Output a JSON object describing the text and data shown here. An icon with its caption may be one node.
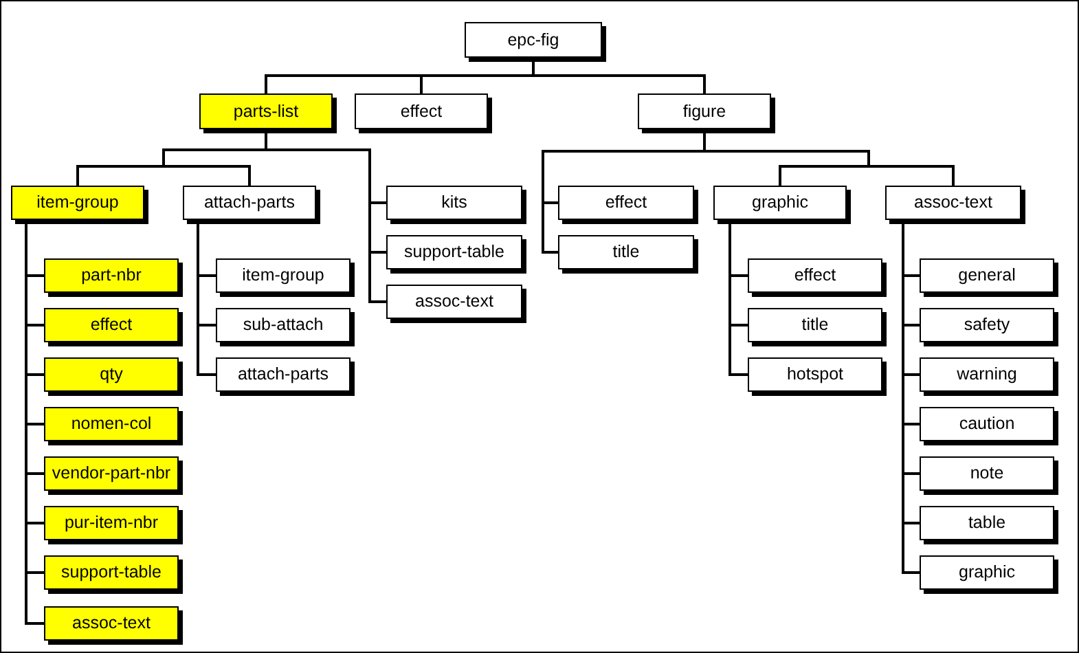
{
  "diagram": {
    "nodes": [
      {
        "text": [
          "epc-fig"
        ]
      },
      {
        "text": [
          "parts-list"
        ]
      },
      {
        "text": [
          "effect"
        ]
      },
      {
        "text": [
          "figure"
        ]
      },
      {
        "text": [
          "item-group"
        ]
      },
      {
        "text": [
          "attach-parts"
        ]
      },
      {
        "text": [
          "kits"
        ]
      },
      {
        "text": [
          "support-table"
        ]
      },
      {
        "text": [
          "assoc-text"
        ]
      },
      {
        "text": [
          "effect"
        ]
      },
      {
        "text": [
          "title"
        ]
      },
      {
        "text": [
          "graphic"
        ]
      },
      {
        "text": [
          "assoc-text"
        ]
      },
      {
        "text": [
          "part-nbr"
        ]
      },
      {
        "text": [
          "effect"
        ]
      },
      {
        "text": [
          "qty"
        ]
      },
      {
        "text": [
          "nomen-col"
        ]
      },
      {
        "text": [
          "vendor-part-nbr"
        ]
      },
      {
        "text": [
          "pur-item-nbr"
        ]
      },
      {
        "text": [
          "support-table"
        ]
      },
      {
        "text": [
          "assoc-text"
        ]
      },
      {
        "text": [
          "item-group"
        ]
      },
      {
        "text": [
          "sub-attach"
        ]
      },
      {
        "text": [
          "attach-parts"
        ]
      },
      {
        "text": [
          "effect"
        ]
      },
      {
        "text": [
          "title"
        ]
      },
      {
        "text": [
          "hotspot"
        ]
      },
      {
        "text": [
          "general"
        ]
      },
      {
        "text": [
          "safety"
        ]
      },
      {
        "text": [
          "warning"
        ]
      },
      {
        "text": [
          "caution"
        ]
      },
      {
        "text": [
          "note"
        ]
      },
      {
        "text": [
          "table"
        ]
      },
      {
        "text": [
          "graphic"
        ]
      }
    ],
    "edges": [
      {
        "from": 0,
        "to": 1,
        "arrow": "none"
      },
      {
        "from": 0,
        "to": 2,
        "arrow": "none"
      },
      {
        "from": 0,
        "to": 3,
        "arrow": "none"
      },
      {
        "from": 1,
        "to": 4,
        "arrow": "none"
      },
      {
        "from": 1,
        "to": 5,
        "arrow": "none"
      },
      {
        "from": 1,
        "to": 6,
        "arrow": "none"
      },
      {
        "from": 1,
        "to": 7,
        "arrow": "none"
      },
      {
        "from": 1,
        "to": 8,
        "arrow": "none"
      },
      {
        "from": 3,
        "to": 9,
        "arrow": "none"
      },
      {
        "from": 3,
        "to": 10,
        "arrow": "none"
      },
      {
        "from": 3,
        "to": 11,
        "arrow": "none"
      },
      {
        "from": 3,
        "to": 12,
        "arrow": "none"
      },
      {
        "from": 4,
        "to": 13,
        "arrow": "none"
      },
      {
        "from": 4,
        "to": 14,
        "arrow": "none"
      },
      {
        "from": 4,
        "to": 15,
        "arrow": "none"
      },
      {
        "from": 4,
        "to": 16,
        "arrow": "none"
      },
      {
        "from": 4,
        "to": 17,
        "arrow": "none"
      },
      {
        "from": 4,
        "to": 18,
        "arrow": "none"
      },
      {
        "from": 4,
        "to": 19,
        "arrow": "none"
      },
      {
        "from": 4,
        "to": 20,
        "arrow": "none"
      },
      {
        "from": 5,
        "to": 21,
        "arrow": "none"
      },
      {
        "from": 5,
        "to": 22,
        "arrow": "none"
      },
      {
        "from": 5,
        "to": 23,
        "arrow": "none"
      },
      {
        "from": 11,
        "to": 24,
        "arrow": "none"
      },
      {
        "from": 11,
        "to": 25,
        "arrow": "none"
      },
      {
        "from": 11,
        "to": 26,
        "arrow": "none"
      },
      {
        "from": 12,
        "to": 27,
        "arrow": "none"
      },
      {
        "from": 12,
        "to": 28,
        "arrow": "none"
      },
      {
        "from": 12,
        "to": 29,
        "arrow": "none"
      },
      {
        "from": 12,
        "to": 30,
        "arrow": "none"
      },
      {
        "from": 12,
        "to": 31,
        "arrow": "none"
      },
      {
        "from": 12,
        "to": 32,
        "arrow": "none"
      },
      {
        "from": 12,
        "to": 33,
        "arrow": "none"
      }
    ]
  }
}
